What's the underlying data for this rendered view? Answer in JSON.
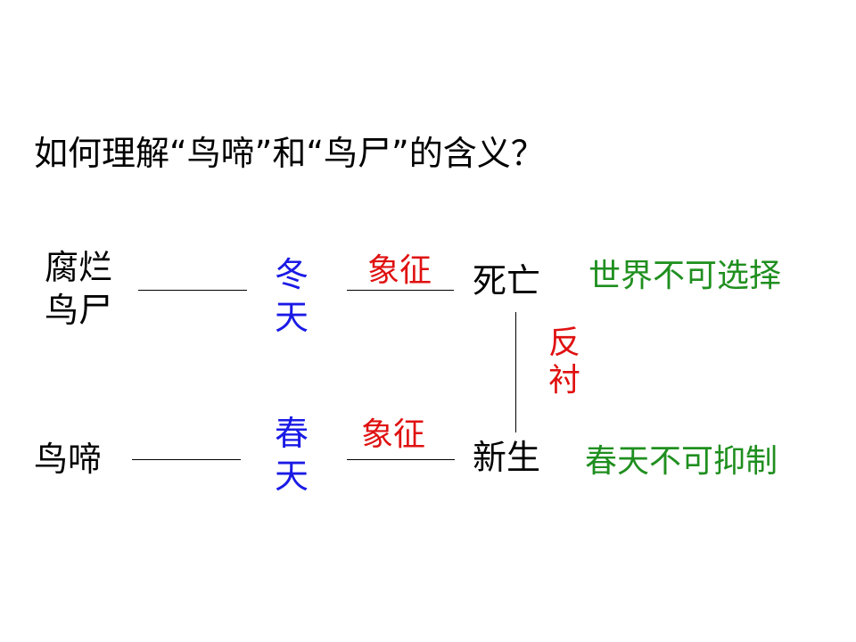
{
  "question": "如何理解“鸟啼”和“鸟尸”的含义？",
  "top_row": {
    "subject_line1": "腐烂",
    "subject_line2": "鸟尸",
    "season_char1": "冬",
    "season_char2": "天",
    "symbol_label": "象征",
    "meaning": "死亡",
    "result": "世界不可选择"
  },
  "bottom_row": {
    "subject": "鸟啼",
    "season_char1": "春",
    "season_char2": "天",
    "symbol_label": "象征",
    "meaning": "新生",
    "result": "春天不可抑制"
  },
  "contrast_char1": "反",
  "contrast_char2": "衬",
  "colors": {
    "season": "#1a1ae6",
    "symbol": "#e01010",
    "result": "#1f8f1f",
    "text": "#000000"
  }
}
